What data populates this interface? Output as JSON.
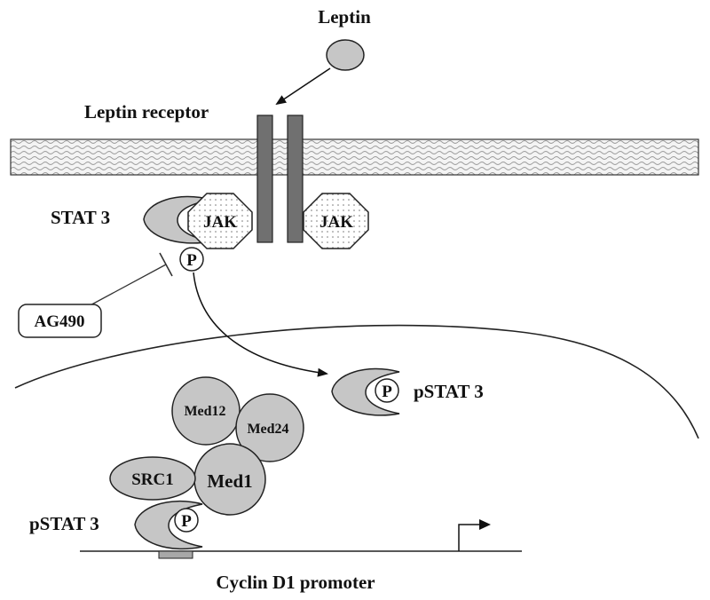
{
  "labels": {
    "leptin": "Leptin",
    "leptin_receptor": "Leptin receptor",
    "stat3_cytoplasm": "STAT 3",
    "jak_left": "JAK",
    "jak_right": "JAK",
    "p_cytoplasm": "P",
    "ag490": "AG490",
    "pstat3_nucleus": "pSTAT 3",
    "p_nucleus": "P",
    "med12": "Med12",
    "med24": "Med24",
    "med1": "Med1",
    "src1": "SRC1",
    "pstat3_promoter": "pSTAT 3",
    "p_promoter": "P",
    "promoter": "Cyclin D1 promoter"
  },
  "colors": {
    "stroke": "#222222",
    "protein_fill": "#c6c6c6",
    "receptor_fill": "#707070",
    "membrane_fill": "#f2f2f2",
    "membrane_wave": "#9a9a9a",
    "background": "#ffffff"
  }
}
